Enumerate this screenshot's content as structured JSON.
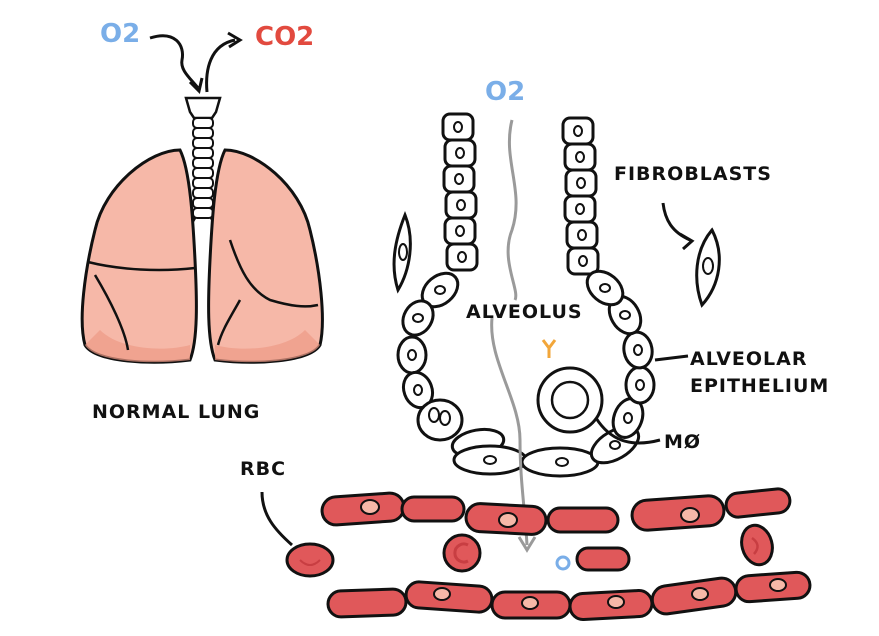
{
  "labels": {
    "o2_top": "O2",
    "co2_top": "CO2",
    "o2_alveolus": "O2",
    "normal_lung": "NORMAL LUNG",
    "alveolus": "ALVEOLUS",
    "fibroblasts": "FIBROBLASTS",
    "alveolar_epithelium_line1": "ALVEOLAR",
    "alveolar_epithelium_line2": "EPITHELIUM",
    "macrophage": "MØ",
    "rbc": "RBC",
    "o2_small": "O"
  },
  "colors": {
    "o2": "#7aaee8",
    "co2": "#e24a3f",
    "lung_fill": "#f6b8a8",
    "lung_shade": "#ee9a86",
    "vessel": "#e0585a",
    "vessel_dark": "#c83e42",
    "antibody": "#f2a63a",
    "flow_arrow": "#9a9a9a",
    "ink": "#111111"
  }
}
